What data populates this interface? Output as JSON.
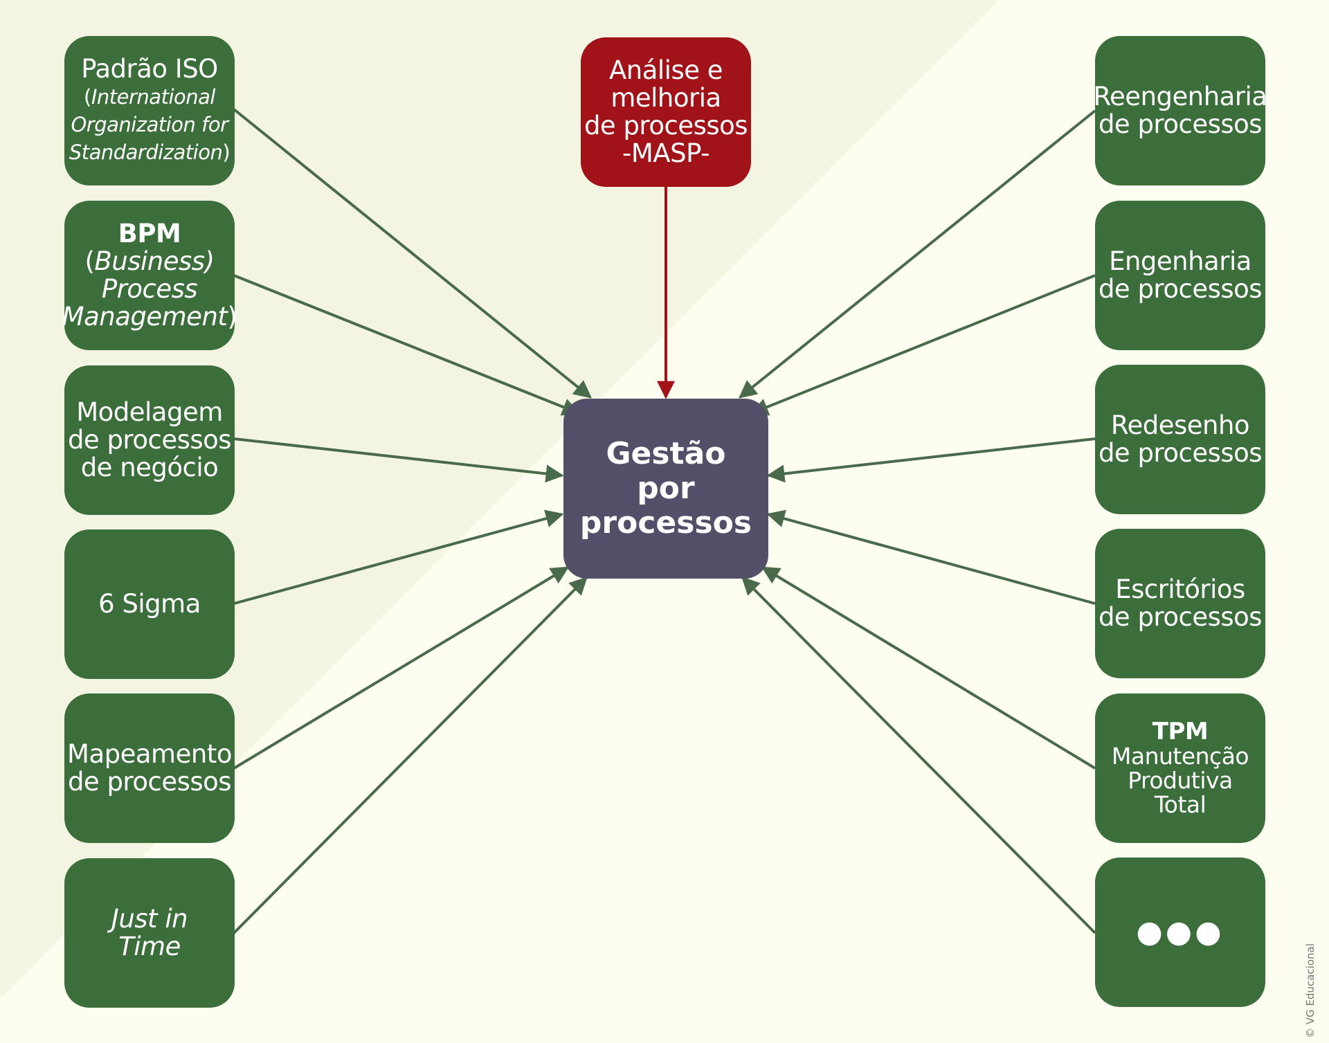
{
  "colors": {
    "box_green": "#3b6e3b",
    "center_purple": "#544f68",
    "masp_red": "#a11319",
    "arrow_green": "#4a6a4c",
    "arrow_red": "#a11319"
  },
  "center": {
    "line1": "Gestão",
    "line2": "por",
    "line3": "processos"
  },
  "top_box": {
    "line1": "Análise e",
    "line2": "melhoria",
    "line3": "de processos",
    "line4": "-MASP-"
  },
  "left_boxes": {
    "iso": {
      "line1": "Padrão ISO",
      "line2": "International",
      "line3": "Organization for",
      "line4": "Standardization",
      "paren_open": "(",
      "paren_close": ")"
    },
    "bpm": {
      "title": "BPM",
      "line2": "Business)",
      "line3": "Process",
      "line4": "Management",
      "paren_open": "(",
      "paren_close": ")"
    },
    "modelagem": {
      "line1": "Modelagem",
      "line2": "de processos",
      "line3": "de negócio"
    },
    "sigma": {
      "line1": "6 Sigma"
    },
    "mapeamento": {
      "line1": "Mapeamento",
      "line2": "de processos"
    },
    "jit": {
      "line1": "Just in",
      "line2": "Time"
    }
  },
  "right_boxes": {
    "reengenharia": {
      "line1": "Reengenharia",
      "line2": "de processos"
    },
    "engenharia": {
      "line1": "Engenharia",
      "line2": "de processos"
    },
    "redesenho": {
      "line1": "Redesenho",
      "line2": "de processos"
    },
    "escritorios": {
      "line1": "Escritórios",
      "line2": "de processos"
    },
    "tpm": {
      "title": "TPM",
      "line2": "Manutenção",
      "line3": "Produtiva",
      "line4": "Total"
    },
    "more": {
      "text": "●●●"
    }
  },
  "credit": "© VG Educacional"
}
